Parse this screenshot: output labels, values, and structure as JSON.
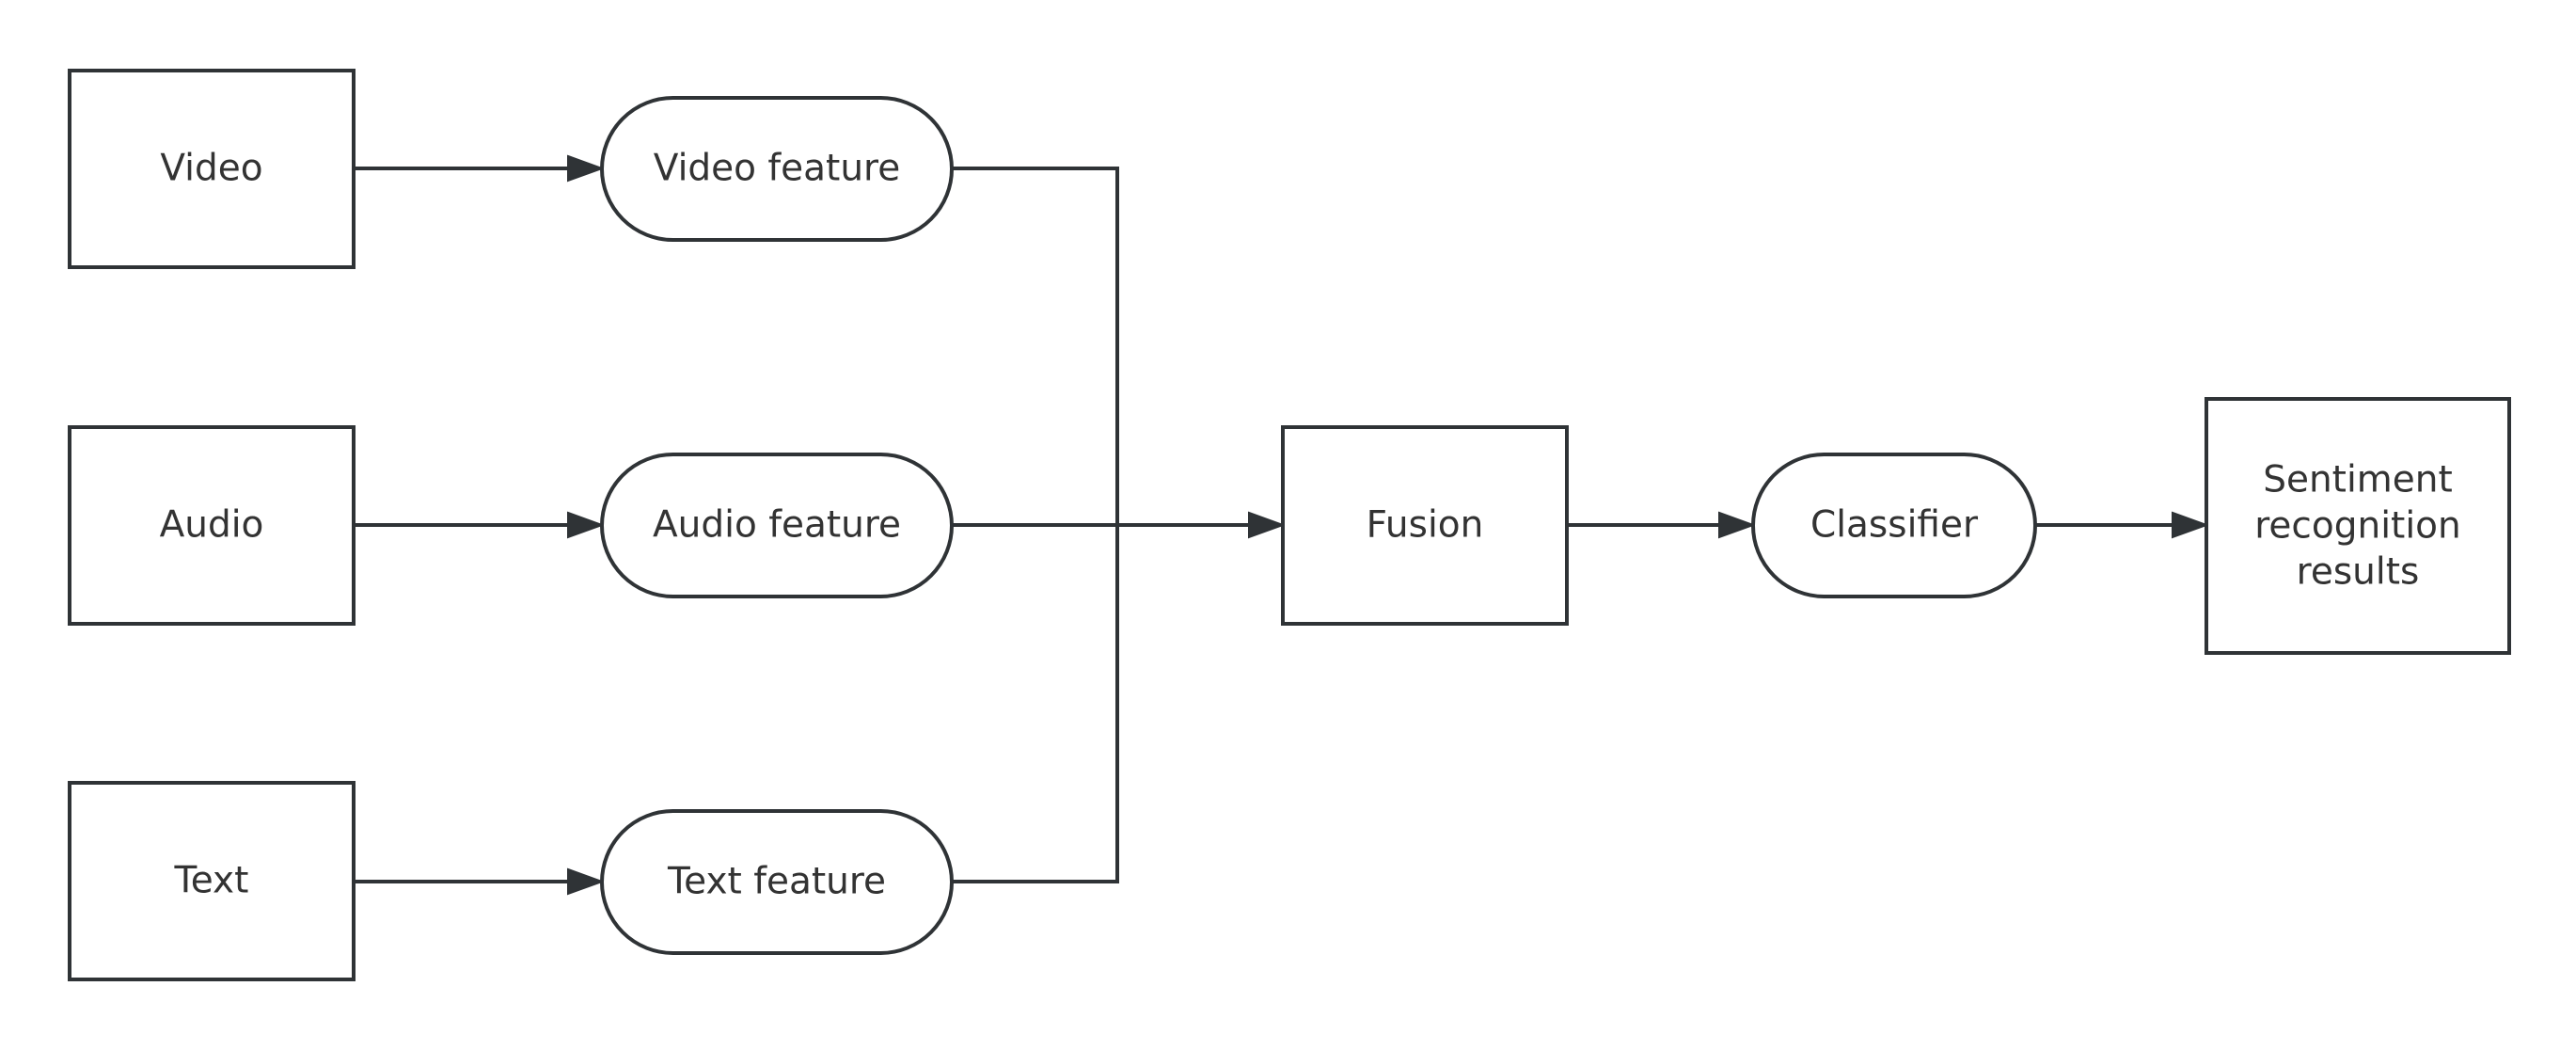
{
  "diagram": {
    "nodes": {
      "video": "Video",
      "audio": "Audio",
      "text": "Text",
      "video_feature": "Video feature",
      "audio_feature": "Audio feature",
      "text_feature": "Text feature",
      "fusion": "Fusion",
      "classifier": "Classifier",
      "result": [
        "Sentiment",
        "recognition",
        "results"
      ]
    },
    "edges": [
      {
        "from": "video",
        "to": "video_feature"
      },
      {
        "from": "audio",
        "to": "audio_feature"
      },
      {
        "from": "text",
        "to": "text_feature"
      },
      {
        "from": "video_feature",
        "to": "fusion"
      },
      {
        "from": "audio_feature",
        "to": "fusion"
      },
      {
        "from": "text_feature",
        "to": "fusion"
      },
      {
        "from": "fusion",
        "to": "classifier"
      },
      {
        "from": "classifier",
        "to": "result"
      }
    ],
    "colors": {
      "stroke": "#2f3336",
      "text": "#333333",
      "background": "#ffffff"
    }
  }
}
